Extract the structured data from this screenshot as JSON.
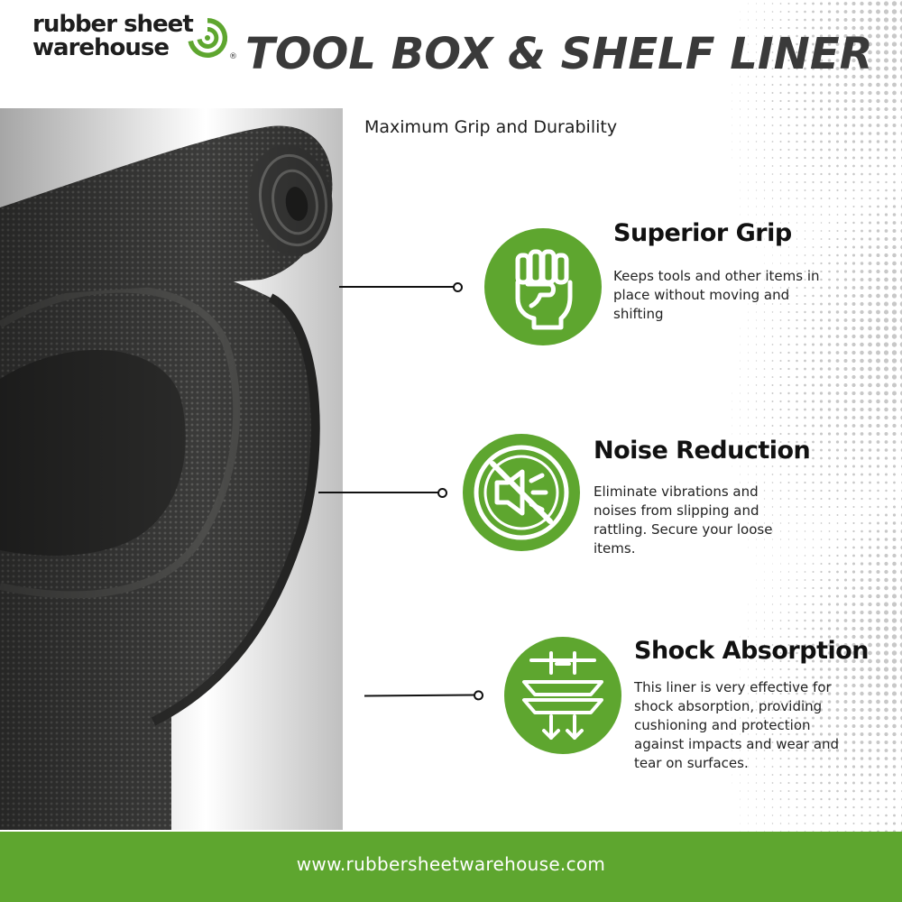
{
  "brand": {
    "name_line1": "rubber sheet",
    "name_line2": "warehouse",
    "registered": "®",
    "logo_icon": "swirl-logo-icon",
    "green": "#5ea62f"
  },
  "header": {
    "title": "TOOL BOX & SHELF LINER",
    "subtitle": "Maximum Grip and Durability"
  },
  "features": [
    {
      "icon": "fist-icon",
      "title": "Superior Grip",
      "body": "Keeps tools and other items in place without moving and shifting"
    },
    {
      "icon": "no-sound-icon",
      "title": "Noise Reduction",
      "body": "Eliminate vibrations and noises from slipping and rattling. Secure  your loose items."
    },
    {
      "icon": "shock-absorption-icon",
      "title": "Shock Absorption",
      "body": "This liner is very effective for shock absorption, providing cushioning and protection against impacts and wear and tear on surfaces."
    }
  ],
  "footer": {
    "url": "www.rubbersheetwarehouse.com"
  }
}
